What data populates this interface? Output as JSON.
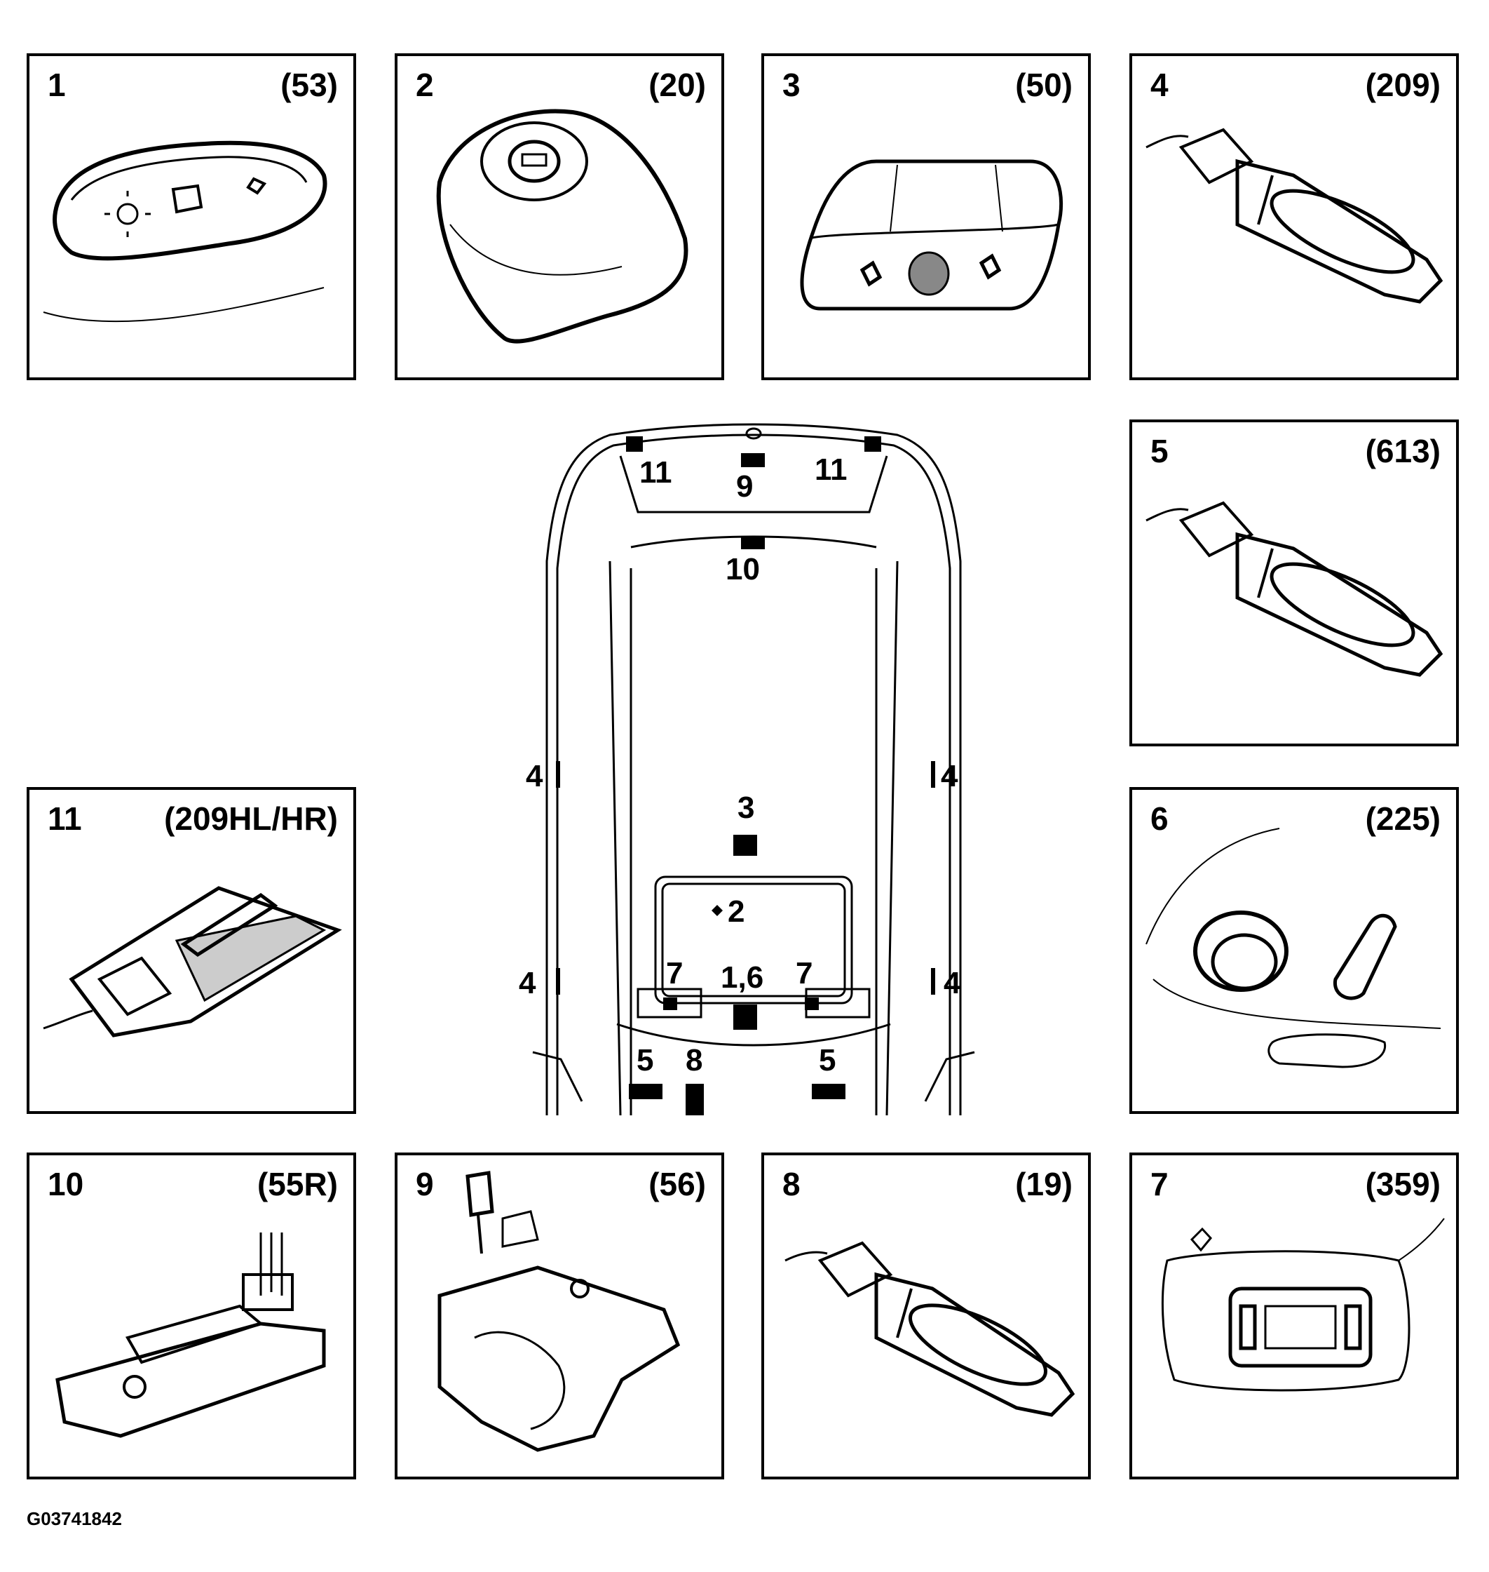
{
  "panels": {
    "p1": {
      "number": "1",
      "code": "(53)"
    },
    "p2": {
      "number": "2",
      "code": "(20)"
    },
    "p3": {
      "number": "3",
      "code": "(50)"
    },
    "p4": {
      "number": "4",
      "code": "(209)"
    },
    "p5": {
      "number": "5",
      "code": "(613)"
    },
    "p6": {
      "number": "6",
      "code": "(225)"
    },
    "p7": {
      "number": "7",
      "code": "(359)"
    },
    "p8": {
      "number": "8",
      "code": "(19)"
    },
    "p9": {
      "number": "9",
      "code": "(56)"
    },
    "p10": {
      "number": "10",
      "code": "(55R)"
    },
    "p11": {
      "number": "11",
      "code": "(209HL/HR)"
    }
  },
  "car_labels": {
    "l11a": "11",
    "l11b": "11",
    "l9": "9",
    "l10": "10",
    "l4a": "4",
    "l4b": "4",
    "l4c": "4",
    "l4d": "4",
    "l3": "3",
    "l2": "2",
    "l7a": "7",
    "l16": "1,6",
    "l7b": "7",
    "l5a": "5",
    "l8": "8",
    "l5b": "5"
  },
  "footer": {
    "id": "G03741842"
  }
}
